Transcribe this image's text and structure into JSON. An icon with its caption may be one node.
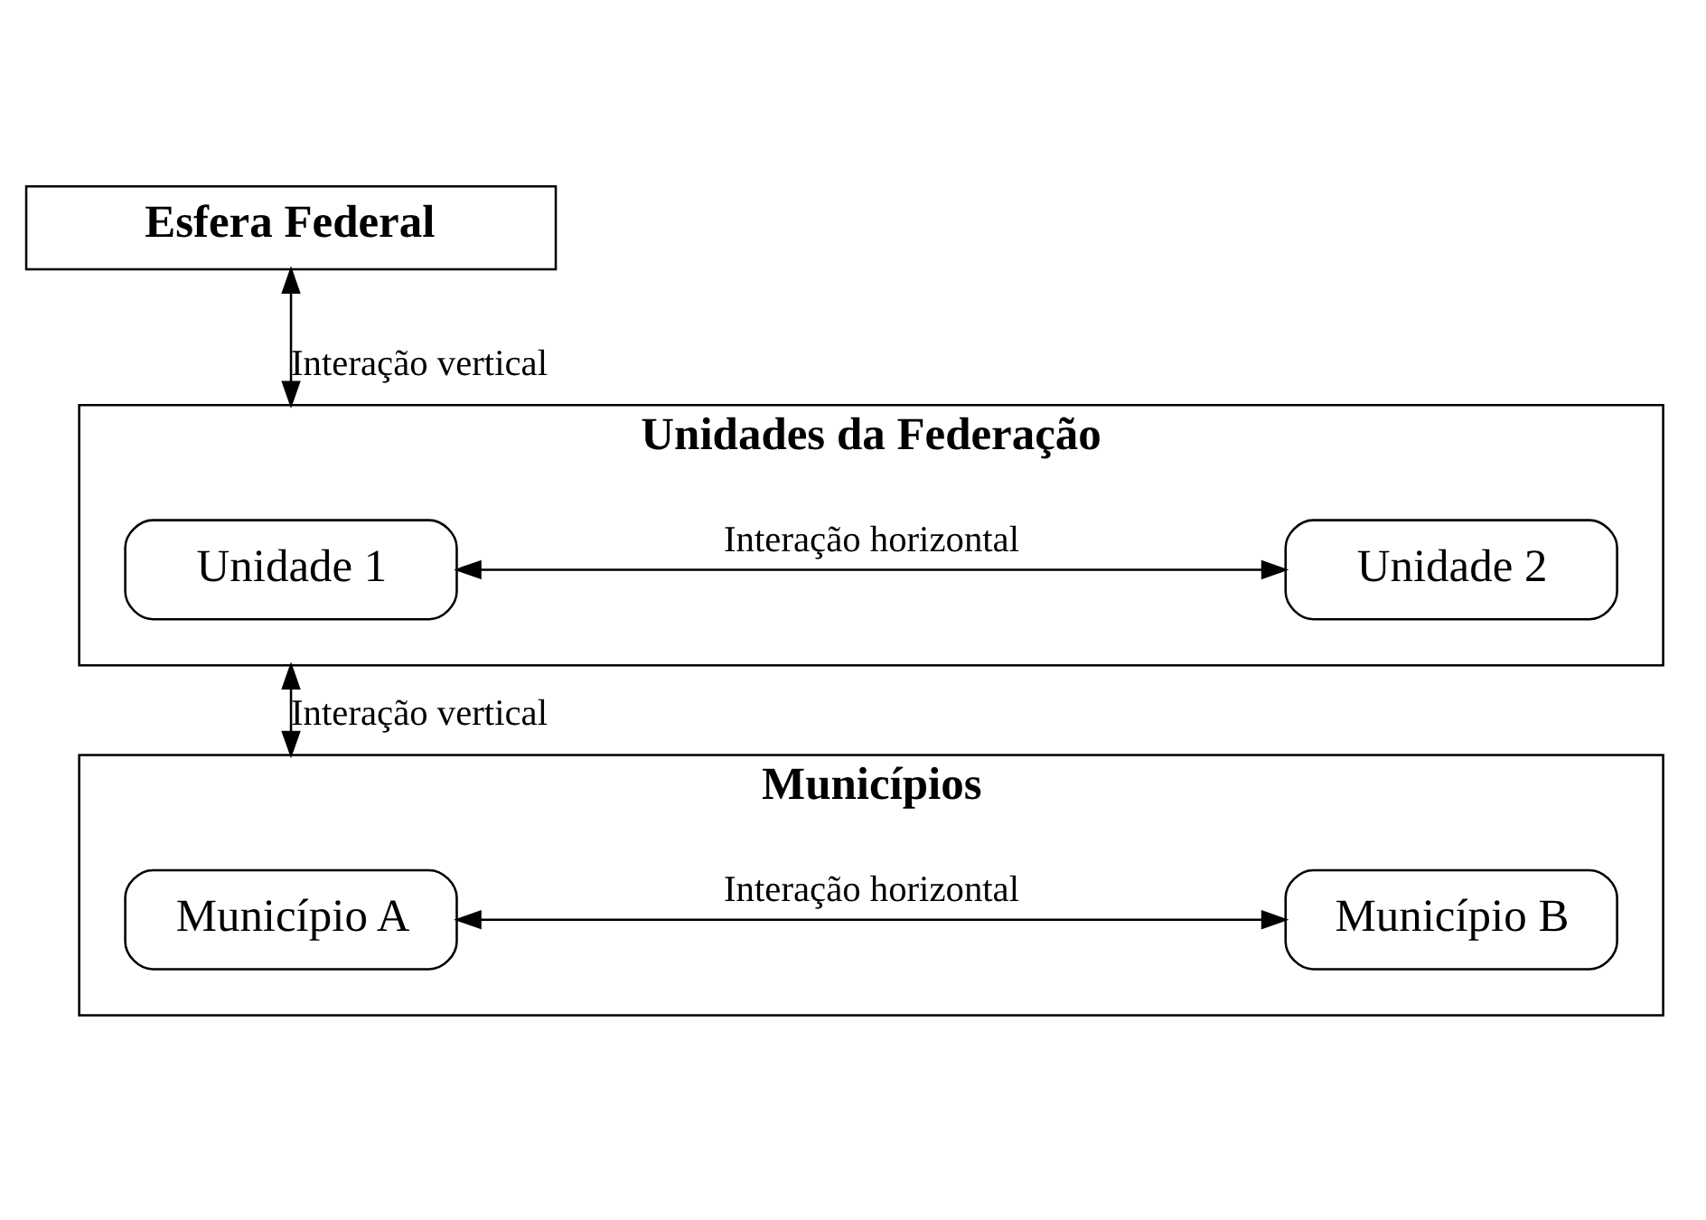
{
  "diagram": {
    "nodes": [
      {
        "text": [
          "Esfera Federal"
        ]
      },
      {
        "text": [
          "Unidades da Federação"
        ]
      },
      {
        "text": [
          "Unidade 1"
        ],
        "in": 1
      },
      {
        "text": [
          "Unidade 2"
        ],
        "in": 1
      },
      {
        "text": [
          "Municípios"
        ]
      },
      {
        "text": [
          "Município A"
        ],
        "in": 4
      },
      {
        "text": [
          "Município B"
        ],
        "in": 4
      }
    ],
    "edges": [
      {
        "from": 0,
        "to": 1,
        "arrow": "both",
        "label": "Interação vertical"
      },
      {
        "from": 2,
        "to": 3,
        "arrow": "both",
        "label": "Interação horizontal"
      },
      {
        "from": 1,
        "to": 4,
        "arrow": "both",
        "label": "Interação vertical"
      },
      {
        "from": 5,
        "to": 6,
        "arrow": "both",
        "label": "Interação horizontal"
      }
    ]
  }
}
